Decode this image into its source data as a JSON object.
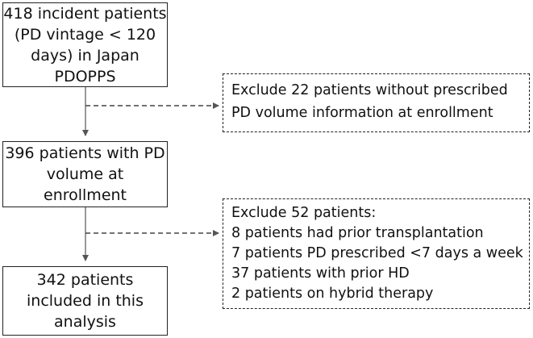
{
  "boxes": {
    "start": {
      "lines": [
        "418 incident patients",
        "(PD vintage < 120",
        "days) in Japan",
        "PDOPPS"
      ]
    },
    "middle": {
      "lines": [
        "396 patients with PD",
        "volume at",
        "enrollment"
      ]
    },
    "final": {
      "lines": [
        "342 patients",
        "included in this",
        "analysis"
      ]
    },
    "exclude1": {
      "lines": [
        "Exclude 22 patients without prescribed",
        "PD volume information at enrollment"
      ]
    },
    "exclude2": {
      "lines": [
        "Exclude 52 patients:",
        "8 patients had prior transplantation",
        "7 patients PD prescribed <7 days a week",
        "37 patients with prior HD",
        "2 patients on hybrid therapy"
      ]
    }
  }
}
